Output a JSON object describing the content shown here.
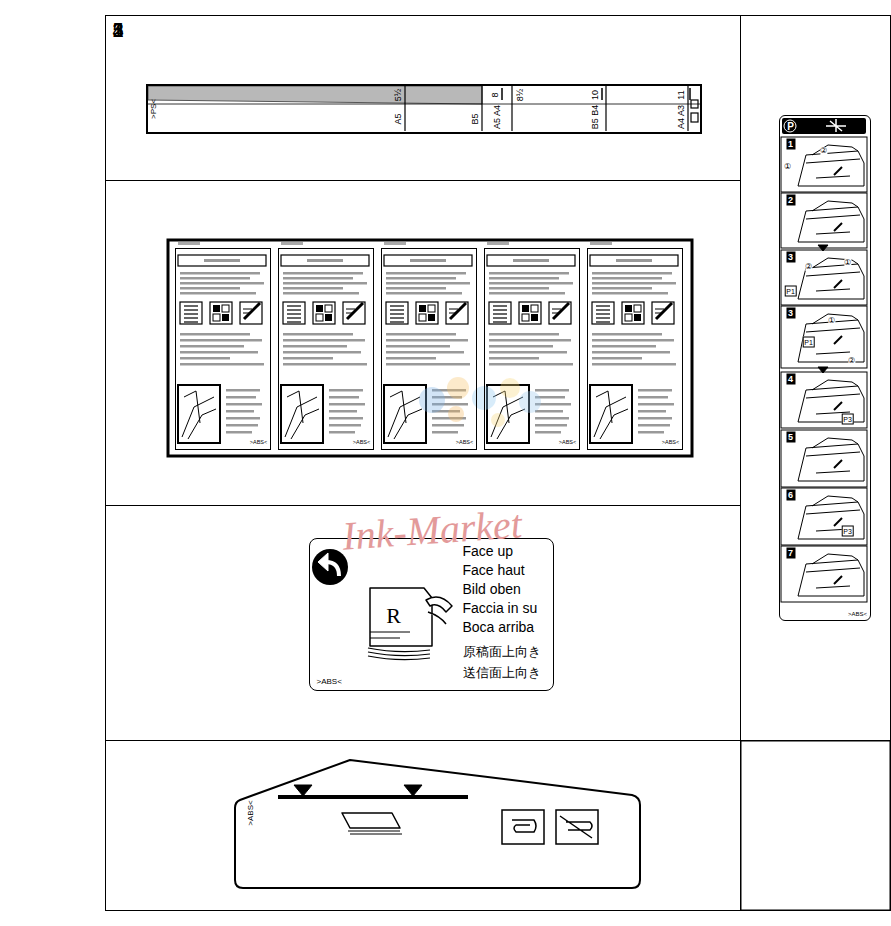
{
  "diagram": {
    "nodes": [
      {
        "text": [
          "1"
        ]
      },
      {
        "text": [
          ">PS<",
          "5½",
          "A5",
          "B5",
          "8",
          "A5 A4",
          "8½",
          "10",
          "B5 B4",
          "11",
          "A4 A3"
        ],
        "in": 0
      },
      {
        "text": [
          "2"
        ]
      },
      {
        "text": [
          ">ABS<"
        ],
        "in": 2
      },
      {
        "text": [
          ">ABS<"
        ],
        "in": 2
      },
      {
        "text": [
          ">ABS<"
        ],
        "in": 2
      },
      {
        "text": [
          ">ABS<"
        ],
        "in": 2
      },
      {
        "text": [
          ">ABS<"
        ],
        "in": 2
      },
      {
        "text": [
          "3"
        ]
      },
      {
        "text": [
          "R",
          "Face up",
          "Face haut",
          "Bild oben",
          "Faccia in su",
          "Boca arriba",
          "原稿面上向き",
          "送信面上向き",
          ">ABS<"
        ],
        "in": 8
      },
      {
        "text": [
          "4"
        ]
      },
      {
        "text": [
          ">ABS<"
        ],
        "in": 10
      },
      {
        "text": [
          "5"
        ]
      },
      {
        "text": [
          "P",
          "1",
          "①",
          "②",
          "2",
          "3",
          "②",
          "①",
          "P1",
          "3",
          "①",
          "P1",
          "②",
          "4",
          "P3",
          "5",
          "6",
          "P3",
          "7",
          ">ABS<"
        ],
        "in": 12
      }
    ],
    "labels": [
      "Ink-Market"
    ]
  }
}
